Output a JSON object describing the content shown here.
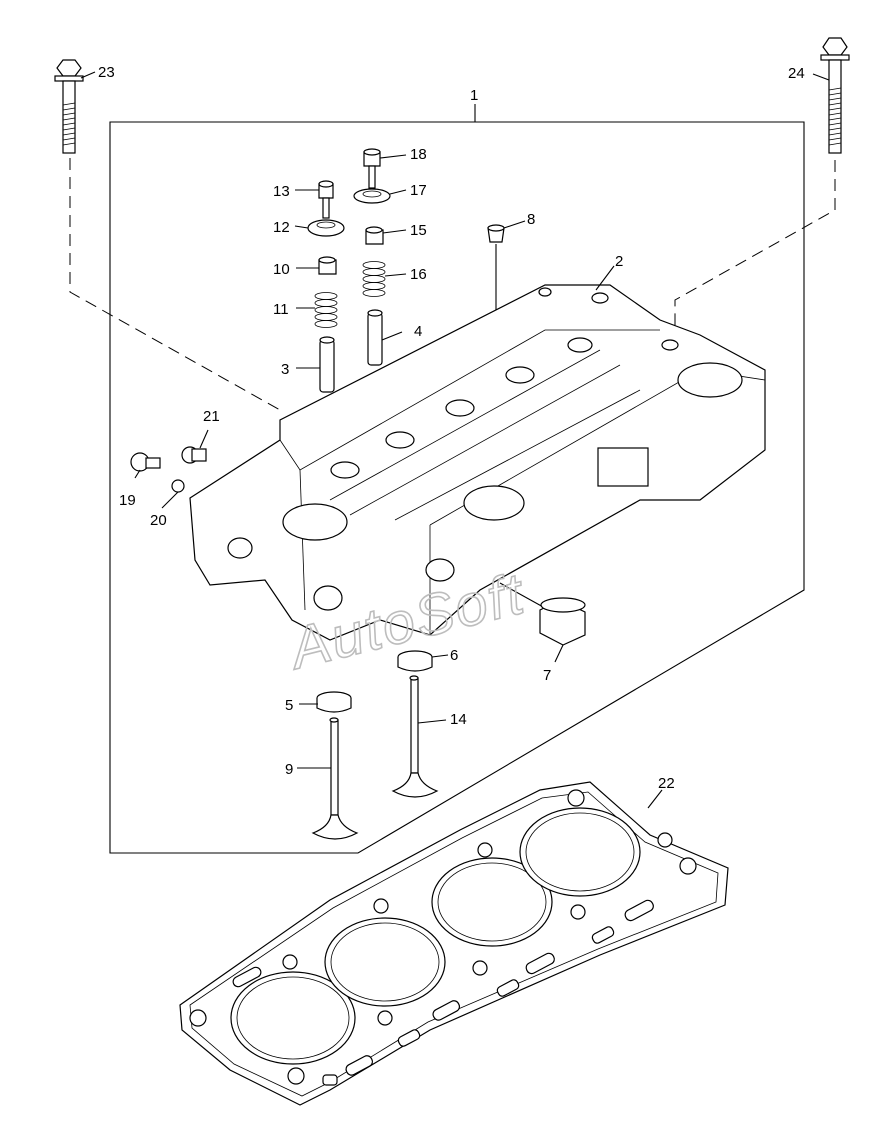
{
  "diagram": {
    "callouts": [
      "1",
      "2",
      "3",
      "4",
      "5",
      "6",
      "7",
      "8",
      "9",
      "10",
      "11",
      "12",
      "13",
      "14",
      "15",
      "16",
      "17",
      "18",
      "19",
      "20",
      "21",
      "22",
      "23",
      "24"
    ]
  },
  "watermark": "AutoSoft"
}
